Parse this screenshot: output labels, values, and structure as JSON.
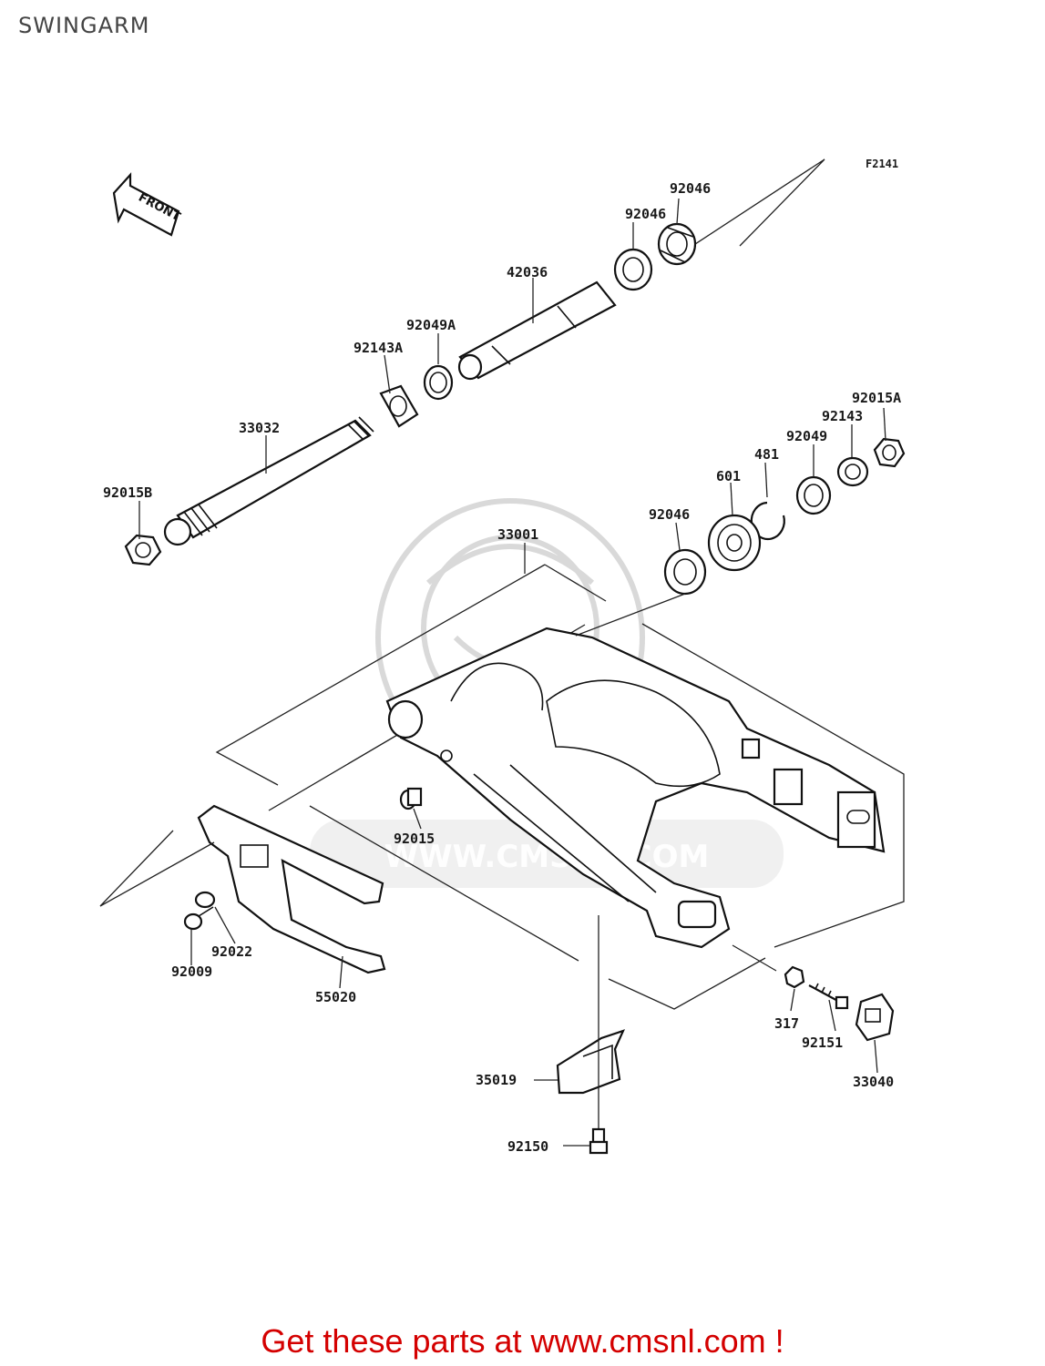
{
  "title": "SWINGARM",
  "figure_code": "F2141",
  "front_marker": "FRONT",
  "watermark_text": "WWW.CMSNL.COM",
  "footer_text": "Get these parts at www.cmsnl.com !",
  "accent_color": "#d40000",
  "parts": {
    "p92046_top": "92046",
    "p92046_mid": "92046",
    "p42036": "42036",
    "p92049A": "92049A",
    "p92143A": "92143A",
    "p33032": "33032",
    "p92015B": "92015B",
    "p92015A": "92015A",
    "p92143": "92143",
    "p92049": "92049",
    "p481": "481",
    "p601": "601",
    "p92046_low": "92046",
    "p33001": "33001",
    "p92015": "92015",
    "p92022": "92022",
    "p92009": "92009",
    "p55020": "55020",
    "p317": "317",
    "p92151": "92151",
    "p33040": "33040",
    "p35019": "35019",
    "p92150": "92150"
  }
}
